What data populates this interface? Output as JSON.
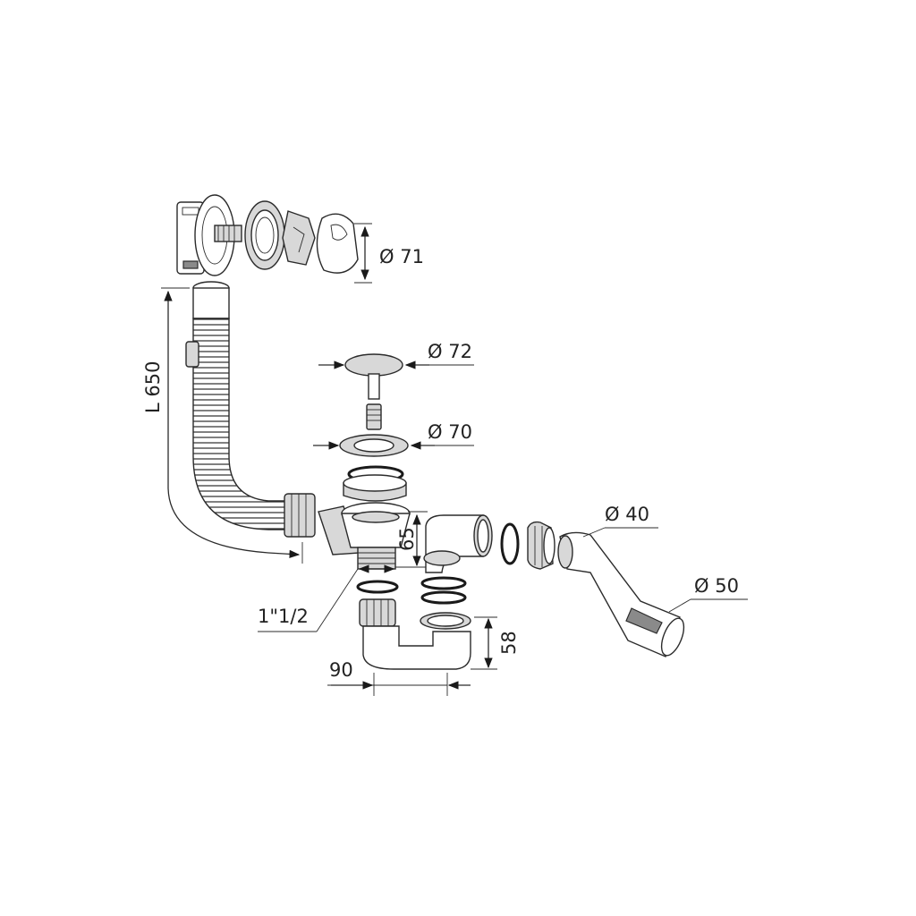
{
  "dimensions": {
    "overflow_cap": "Ø 71",
    "plug": "Ø 72",
    "strainer": "Ø 70",
    "outlet_small": "Ø 40",
    "outlet_large": "Ø 50",
    "hose_length": "L 650",
    "thread": "1\"1/2",
    "drain_height": "65",
    "trap_height": "58",
    "trap_width": "90"
  },
  "colors": {
    "stroke": "#2b2b2b",
    "chrome": "#d8d8d8",
    "background": "#ffffff"
  }
}
